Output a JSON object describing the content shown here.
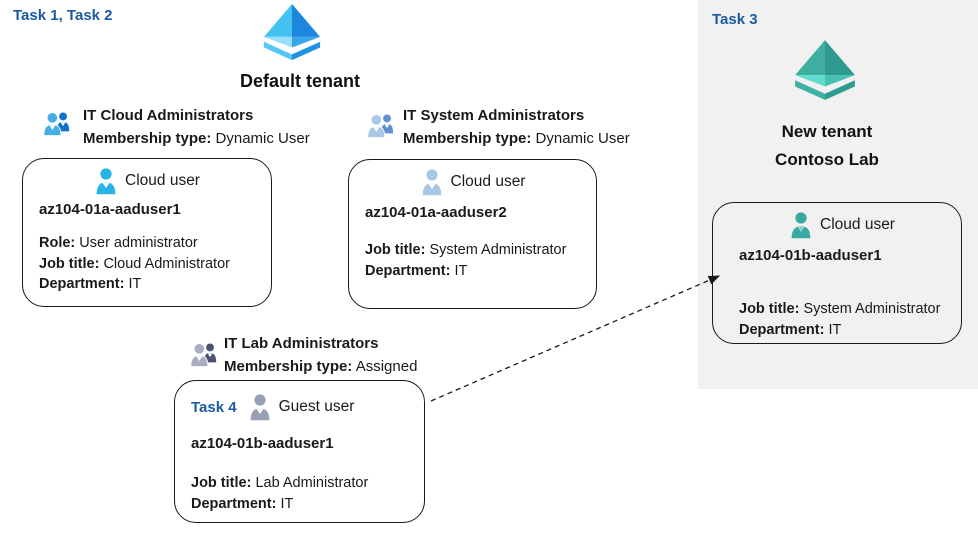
{
  "tasks": {
    "task12": "Task 1, Task 2",
    "task3": "Task 3",
    "task4": "Task 4"
  },
  "tenant_default": {
    "title": "Default tenant"
  },
  "tenant_new": {
    "line1": "New tenant",
    "line2": "Contoso Lab"
  },
  "groups": [
    {
      "name": "IT Cloud Administrators",
      "membership_label": "Membership type:",
      "membership_value": "Dynamic User"
    },
    {
      "name": "IT System Administrators",
      "membership_label": "Membership type:",
      "membership_value": "Dynamic User"
    },
    {
      "name": "IT Lab Administrators",
      "membership_label": "Membership type:",
      "membership_value": "Assigned"
    }
  ],
  "users": [
    {
      "type_label": "Cloud user",
      "username": "az104-01a-aaduser1",
      "attributes": [
        {
          "label": "Role:",
          "value": "User administrator"
        },
        {
          "label": "Job title:",
          "value": "Cloud Administrator"
        },
        {
          "label": "Department:",
          "value": "IT"
        }
      ]
    },
    {
      "type_label": "Cloud user",
      "username": "az104-01a-aaduser2",
      "attributes": [
        {
          "label": "Job title:",
          "value": "System Administrator"
        },
        {
          "label": "Department:",
          "value": "IT"
        }
      ]
    },
    {
      "type_label": "Guest user",
      "username": "az104-01b-aaduser1",
      "attributes": [
        {
          "label": "Job title:",
          "value": "Lab Administrator"
        },
        {
          "label": "Department:",
          "value": "IT"
        }
      ]
    },
    {
      "type_label": "Cloud user",
      "username": "az104-01b-aaduser1",
      "attributes": [
        {
          "label": "Job title:",
          "value": "System Administrator"
        },
        {
          "label": "Department:",
          "value": "IT"
        }
      ]
    }
  ],
  "colors": {
    "task_label_blue": "#1c5ba4",
    "panel_background": "#f1f1f2",
    "card_border": "#1a1a1a",
    "arrow": "#1a1a1a",
    "aad_icon_blue": {
      "upper_left": "#44c3f2",
      "upper_right": "#1d87de",
      "lower_left": "#9bdef9",
      "lower_right": "#3aa5e9",
      "rim_left": "#55c8f4",
      "rim_right": "#2391e1"
    },
    "aad_icon_teal": {
      "upper_left": "#3fae9f",
      "upper_right": "#2e9a8f",
      "lower_left": "#63dcd0",
      "lower_right": "#49c0b3",
      "rim_left": "#3db1a4",
      "rim_right": "#2f9c90"
    },
    "person": {
      "cloud_bright": "#29b4e8",
      "cloud_soft": "#a9c7e6",
      "guest": "#9aa0b4",
      "cloud_teal": "#3aa9a0",
      "teal_notch": "#8ad6cd",
      "white_notch": "#ffffff"
    },
    "group_icons": {
      "cloud_front": "#45aee5",
      "cloud_back": "#0f72cd",
      "system_front": "#a9c7e8",
      "system_back": "#5e90d2",
      "lab_front": "#a8adc2",
      "lab_back": "#4c5273"
    }
  }
}
